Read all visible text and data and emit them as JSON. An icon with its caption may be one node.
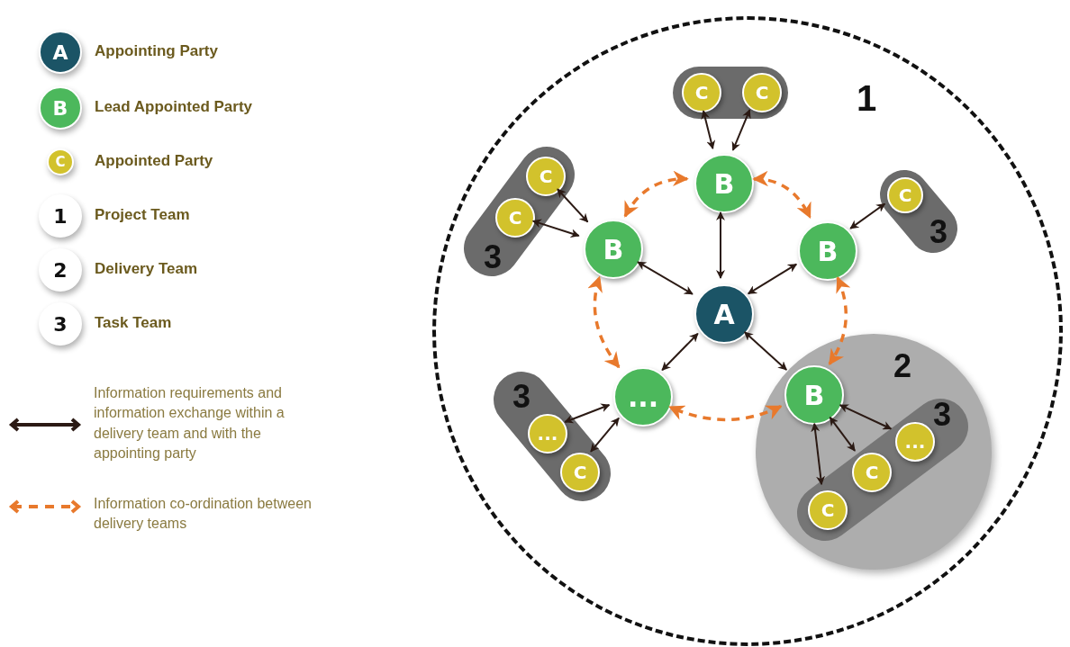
{
  "diagram": {
    "nodes": [
      {
        "text": [
          "1"
        ]
      },
      {
        "text": [],
        "shape": "box",
        "in": 0
      },
      {
        "text": [
          "C"
        ],
        "in": 1
      },
      {
        "text": [
          "C"
        ],
        "in": 1
      },
      {
        "text": [
          "B"
        ],
        "in": 0
      },
      {
        "text": [
          "3"
        ],
        "in": 0
      },
      {
        "text": [
          "C"
        ],
        "in": 5
      },
      {
        "text": [
          "C"
        ],
        "in": 5
      },
      {
        "text": [
          "B"
        ],
        "in": 0
      },
      {
        "text": [
          "3"
        ],
        "in": 0
      },
      {
        "text": [
          "C"
        ],
        "in": 9
      },
      {
        "text": [
          "B"
        ],
        "in": 0
      },
      {
        "text": [
          "A"
        ],
        "in": 0
      },
      {
        "text": [
          "3"
        ],
        "in": 0
      },
      {
        "text": [
          "..."
        ],
        "in": 13
      },
      {
        "text": [
          "C"
        ],
        "in": 13
      },
      {
        "text": [
          "..."
        ],
        "in": 0
      },
      {
        "text": [
          "2"
        ],
        "in": 0
      },
      {
        "text": [
          "B"
        ],
        "in": 17
      },
      {
        "text": [
          "3"
        ],
        "in": 17
      },
      {
        "text": [
          "..."
        ],
        "in": 19
      },
      {
        "text": [
          "C"
        ],
        "in": 19
      },
      {
        "text": [
          "C"
        ],
        "in": 19
      }
    ],
    "edges": [
      {
        "from": 2,
        "to": 4,
        "arrow": "both"
      },
      {
        "from": 3,
        "to": 4,
        "arrow": "both"
      },
      {
        "from": 4,
        "to": 12,
        "arrow": "both"
      },
      {
        "from": 6,
        "to": 8,
        "arrow": "both"
      },
      {
        "from": 7,
        "to": 8,
        "arrow": "both"
      },
      {
        "from": 8,
        "to": 12,
        "arrow": "both"
      },
      {
        "from": 10,
        "to": 11,
        "arrow": "both"
      },
      {
        "from": 11,
        "to": 12,
        "arrow": "both"
      },
      {
        "from": 12,
        "to": 16,
        "arrow": "both"
      },
      {
        "from": 12,
        "to": 18,
        "arrow": "both"
      },
      {
        "from": 14,
        "to": 16,
        "arrow": "both"
      },
      {
        "from": 15,
        "to": 16,
        "arrow": "both"
      },
      {
        "from": 18,
        "to": 22,
        "arrow": "both"
      },
      {
        "from": 18,
        "to": 21,
        "arrow": "both"
      },
      {
        "from": 18,
        "to": 20,
        "arrow": "both"
      },
      {
        "from": 8,
        "to": 4,
        "arrow": "both",
        "style": "dashed",
        "color": "#e8792c"
      },
      {
        "from": 4,
        "to": 11,
        "arrow": "both",
        "style": "dashed",
        "color": "#e8792c"
      },
      {
        "from": 11,
        "to": 18,
        "arrow": "both",
        "style": "dashed",
        "color": "#e8792c"
      },
      {
        "from": 18,
        "to": 16,
        "arrow": "both",
        "style": "dashed",
        "color": "#e8792c"
      },
      {
        "from": 16,
        "to": 8,
        "arrow": "both",
        "style": "dashed",
        "color": "#e8792c"
      }
    ],
    "labels": [
      "A",
      "B",
      "C",
      "1",
      "2",
      "3"
    ],
    "legend": [
      {
        "text": "Appointing Party",
        "color": "#1b5466"
      },
      {
        "text": "Lead Appointed Party",
        "color": "#4cb85c"
      },
      {
        "text": "Appointed Party",
        "color": "#d2c22c"
      },
      {
        "text": "Project Team"
      },
      {
        "text": "Delivery Team"
      },
      {
        "text": "Task Team"
      },
      {
        "text": "Information requirements and information exchange within a delivery team and with the appointing party"
      },
      {
        "text": "Information co-ordination between delivery teams"
      }
    ]
  }
}
